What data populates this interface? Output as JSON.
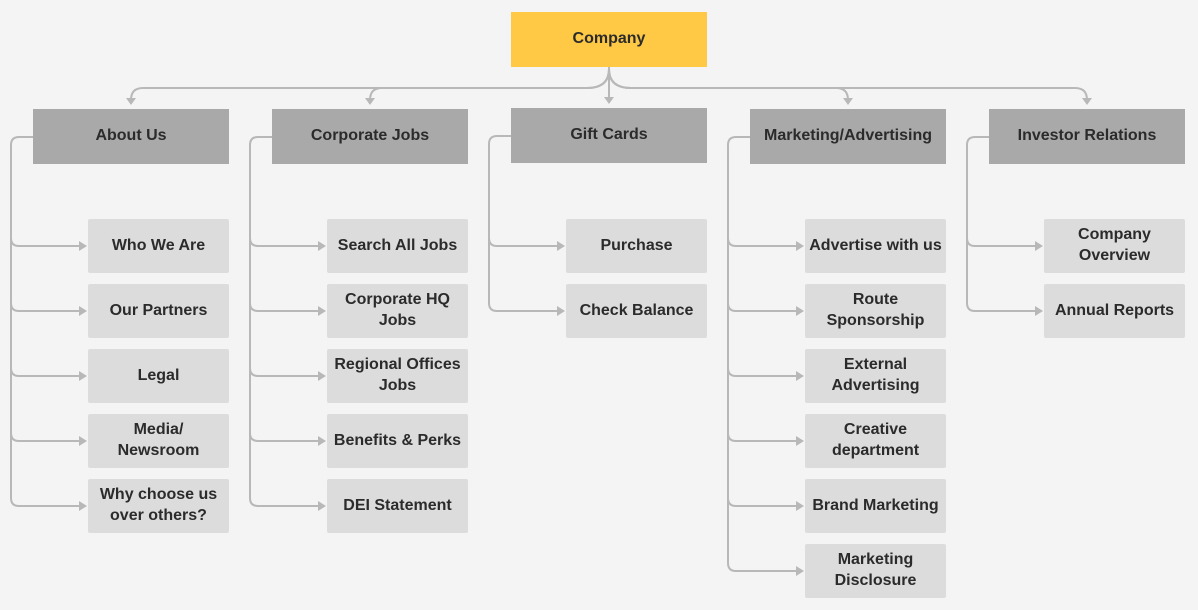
{
  "root": {
    "label": "Company",
    "color": "#ffc845"
  },
  "colors": {
    "category": "#a9a9a9",
    "leaf": "#dcdcdc",
    "connector": "#b8b8b8"
  },
  "categories": [
    {
      "label": "About Us",
      "items": [
        "Who We Are",
        "Our Partners",
        "Legal",
        "Media/ Newsroom",
        "Why choose us over others?"
      ]
    },
    {
      "label": "Corporate Jobs",
      "items": [
        "Search All Jobs",
        "Corporate HQ Jobs",
        "Regional Offices Jobs",
        "Benefits & Perks",
        "DEI Statement"
      ]
    },
    {
      "label": "Gift Cards",
      "items": [
        "Purchase",
        "Check Balance"
      ]
    },
    {
      "label": "Marketing/Advertising",
      "items": [
        "Advertise with us",
        "Route Sponsorship",
        "External Advertising",
        "Creative department",
        "Brand Marketing",
        "Marketing Disclosure"
      ]
    },
    {
      "label": "Investor Relations",
      "items": [
        "Company Overview",
        "Annual Reports"
      ]
    }
  ]
}
